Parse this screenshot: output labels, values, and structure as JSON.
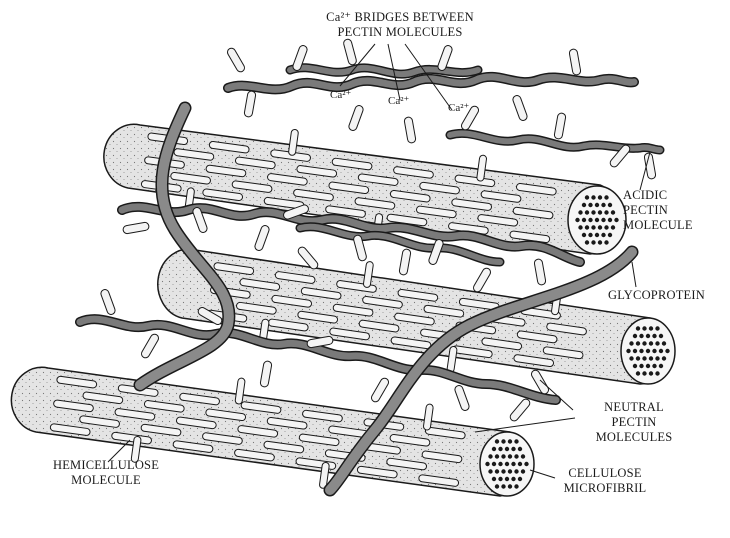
{
  "labels": {
    "ca_bridges_line1": "Ca²⁺ BRIDGES BETWEEN",
    "ca_bridges_line2": "PECTIN MOLECULES",
    "acidic_line1": "ACIDIC",
    "acidic_line2": "PECTIN",
    "acidic_line3": "MOLECULE",
    "glycoprotein": "GLYCOPROTEIN",
    "neutral_line1": "NEUTRAL",
    "neutral_line2": "PECTIN",
    "neutral_line3": "MOLECULES",
    "hemi_line1": "HEMICELLULOSE",
    "hemi_line2": "MOLECULE",
    "cellulose_line1": "CELLULOSE",
    "cellulose_line2": "MICROFIBRIL"
  },
  "ion_labels": [
    "Ca²⁺",
    "Ca²⁺",
    "Ca²⁺"
  ],
  "colors": {
    "outline": "#1a1a1a",
    "fibril_fill": "#e2e2e2",
    "pectin_fill": "#7a7a7a",
    "glyco_fill": "#8a8a8a",
    "hemi_fill": "#f4f4f4"
  }
}
